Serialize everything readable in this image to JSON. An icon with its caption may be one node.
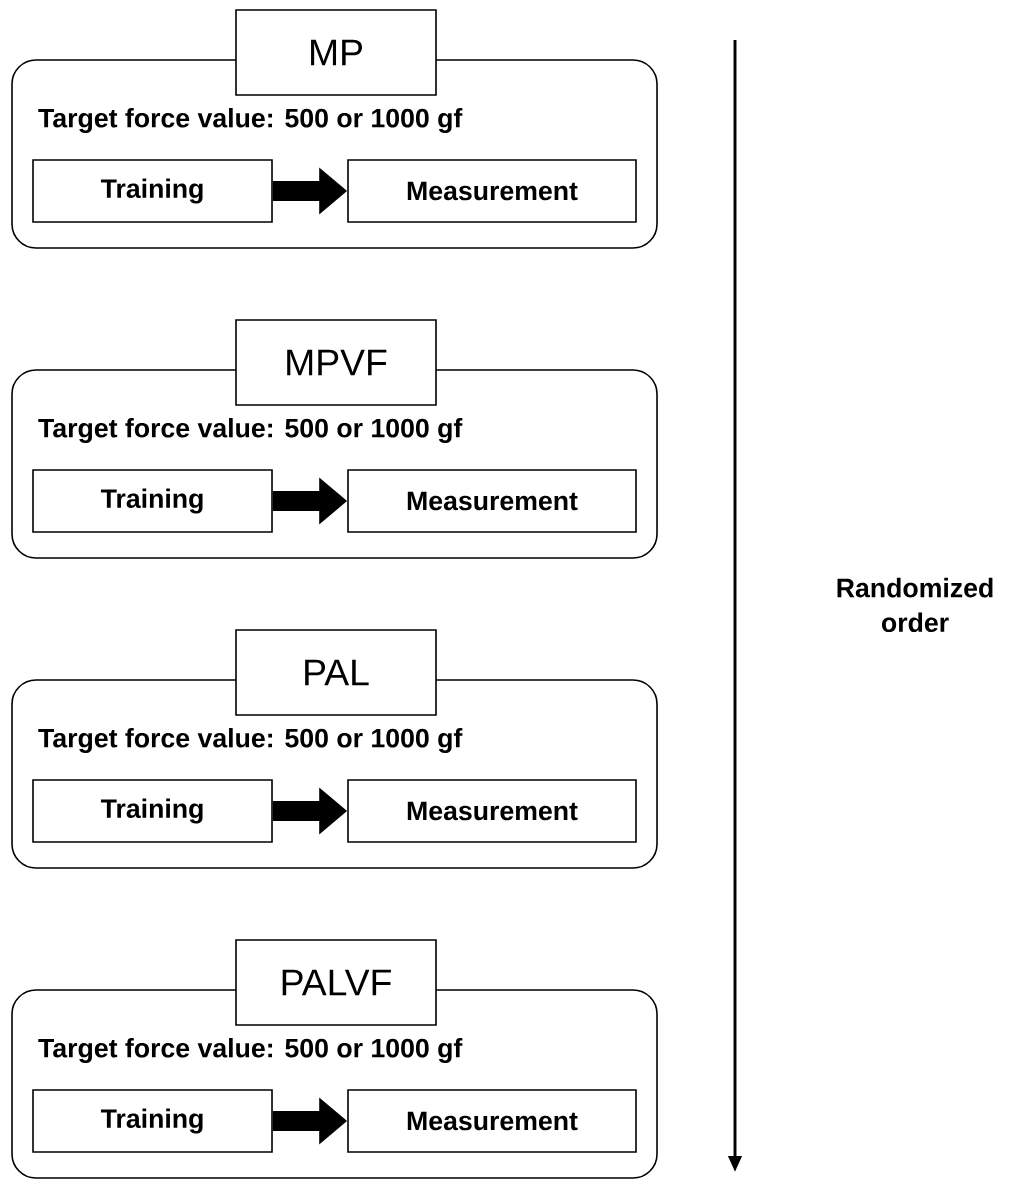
{
  "diagram": {
    "nodes": [
      {
        "text": [
          "MP"
        ]
      },
      {
        "text": [
          "Target force value: 500 or 1000 gf"
        ]
      },
      {
        "text": [
          "Training"
        ],
        "in": 1
      },
      {
        "text": [
          "Measurement"
        ],
        "in": 1
      },
      {
        "text": [
          "MPVF"
        ]
      },
      {
        "text": [
          "Target force value: 500 or 1000 gf"
        ]
      },
      {
        "text": [
          "Training"
        ],
        "in": 5
      },
      {
        "text": [
          "Measurement"
        ],
        "in": 5
      },
      {
        "text": [
          "PAL"
        ]
      },
      {
        "text": [
          "Target force value: 500 or 1000 gf"
        ]
      },
      {
        "text": [
          "Training"
        ],
        "in": 9
      },
      {
        "text": [
          "Measurement"
        ],
        "in": 9
      },
      {
        "text": [
          "PALVF"
        ]
      },
      {
        "text": [
          "Target force value: 500 or 1000 gf"
        ]
      },
      {
        "text": [
          "Training"
        ],
        "in": 13
      },
      {
        "text": [
          "Measurement"
        ],
        "in": 13
      }
    ],
    "edges": [
      {
        "from": 2,
        "to": 3,
        "arrow": "to"
      },
      {
        "from": 6,
        "to": 7,
        "arrow": "to"
      },
      {
        "from": 10,
        "to": 11,
        "arrow": "to"
      },
      {
        "from": 14,
        "to": 15,
        "arrow": "to"
      }
    ],
    "labels": [
      "Randomized order"
    ]
  }
}
